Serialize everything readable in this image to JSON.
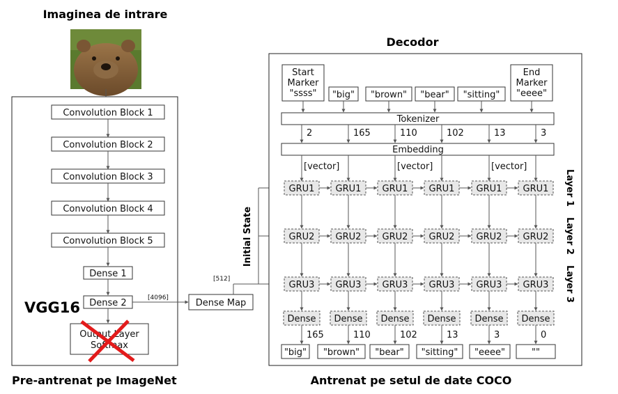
{
  "input": {
    "title": "Imaginea de intrare"
  },
  "vgg": {
    "name": "VGG16",
    "conv_blocks": [
      "Convolution Block 1",
      "Convolution Block 2",
      "Convolution Block 3",
      "Convolution Block 4",
      "Convolution Block 5"
    ],
    "dense1": "Dense 1",
    "dense2": "Dense 2",
    "output_line1": "Output Layer",
    "output_line2": "Softmax",
    "caption": "Pre-antrenat pe ImageNet"
  },
  "dense_map": {
    "label": "Dense Map",
    "in_size": "[4096]",
    "out_size": "[512]",
    "state_label": "Initial State"
  },
  "decoder": {
    "title": "Decodor",
    "caption": "Antrenat pe setul de date COCO",
    "start_marker": [
      "Start",
      "Marker",
      "\"ssss\""
    ],
    "end_marker": [
      "End",
      "Marker",
      "\"eeee\""
    ],
    "tokens": [
      "\"big\"",
      "\"brown\"",
      "\"bear\"",
      "\"sitting\""
    ],
    "tokenizer": "Tokenizer",
    "token_ids": [
      "2",
      "165",
      "110",
      "102",
      "13",
      "3"
    ],
    "embedding": "Embedding",
    "vector_label": "[vector]",
    "gru_labels": [
      "GRU1",
      "GRU2",
      "GRU3"
    ],
    "layer_labels": [
      "Layer 1",
      "Layer 2",
      "Layer 3"
    ],
    "dense_label": "Dense",
    "output_ids": [
      "165",
      "110",
      "102",
      "13",
      "3",
      "0"
    ],
    "output_words": [
      "\"big\"",
      "\"brown\"",
      "\"bear\"",
      "\"sitting\"",
      "\"eeee\"",
      "\"\""
    ]
  }
}
